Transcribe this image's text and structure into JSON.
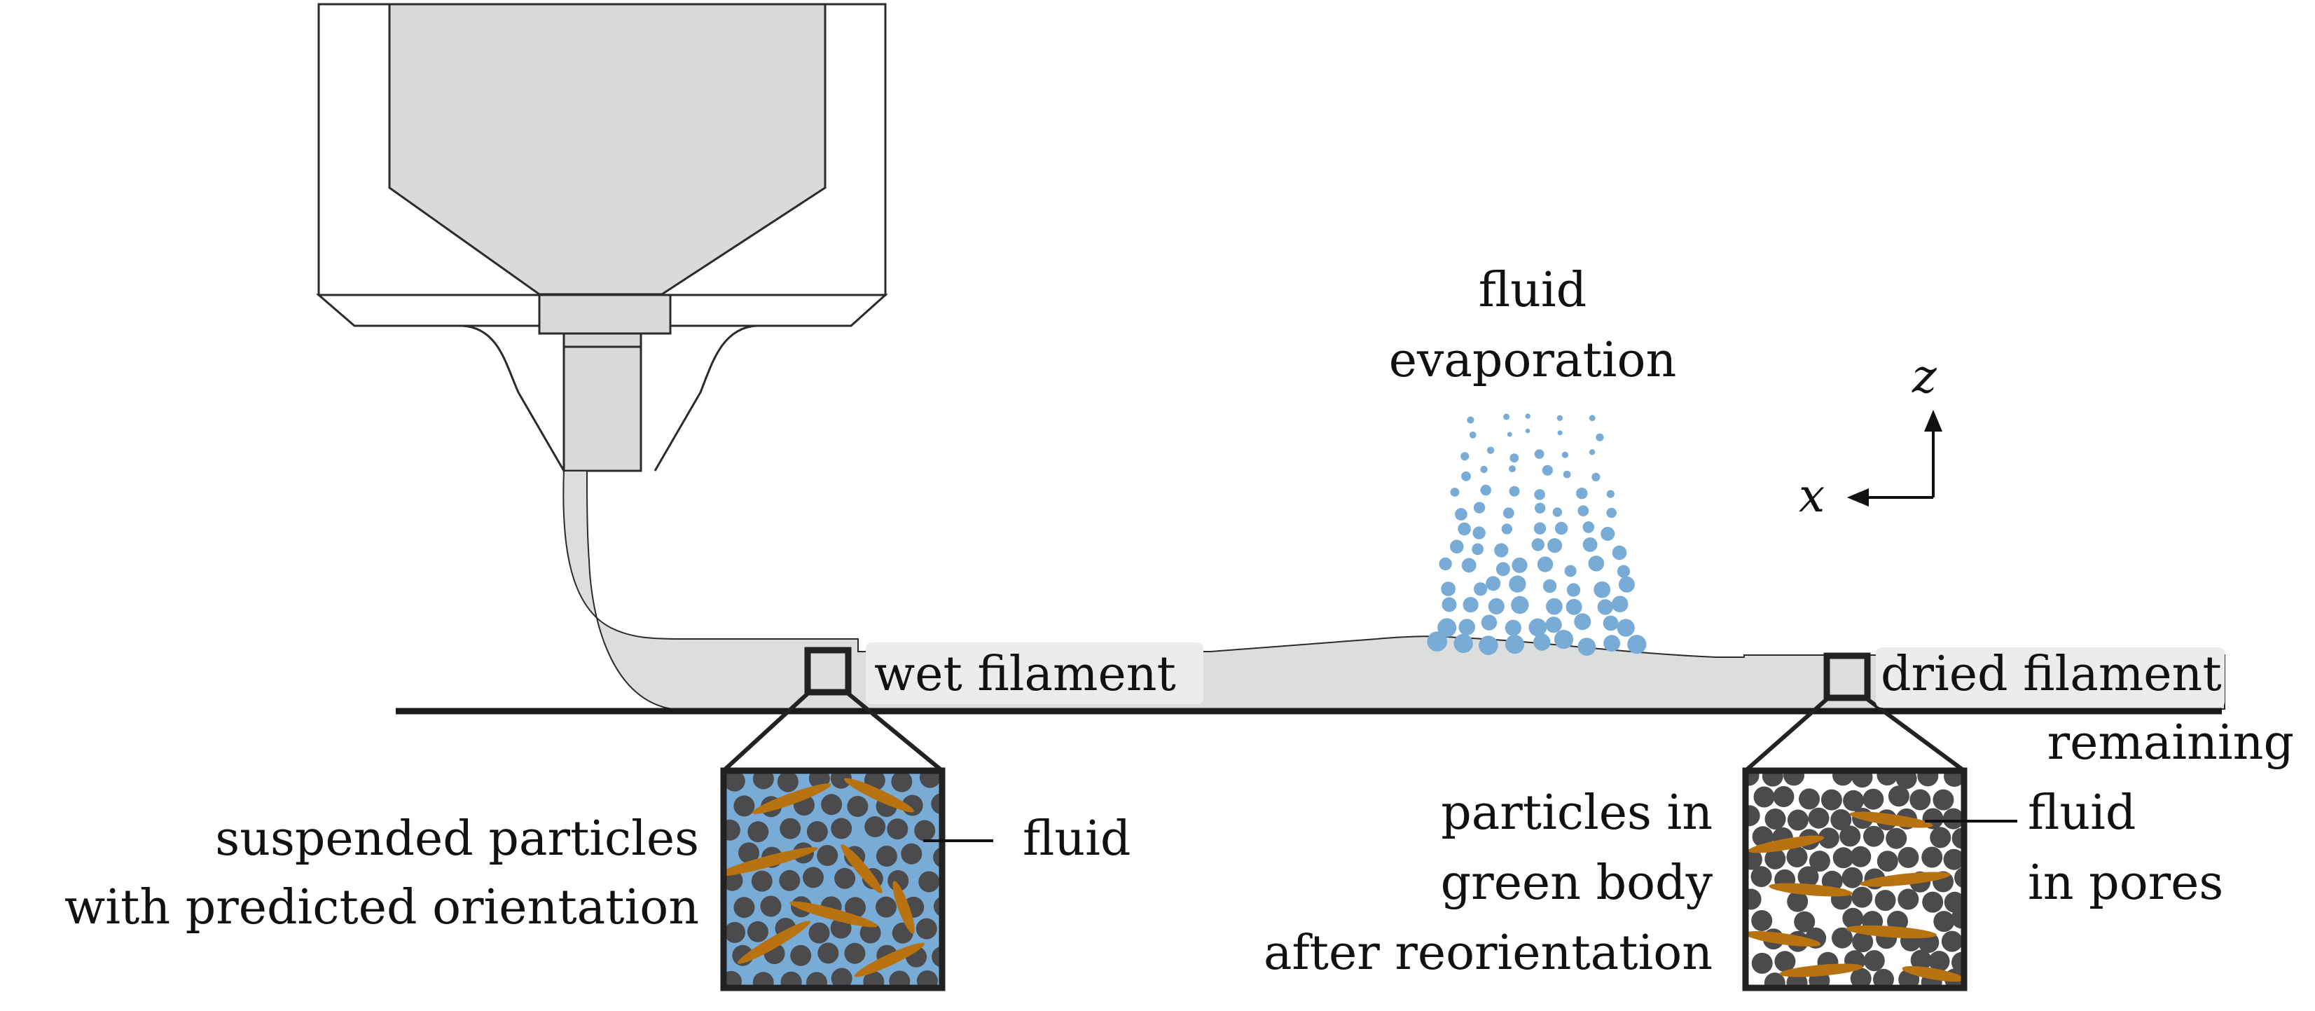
{
  "labels": {
    "fluid_evaporation": [
      "fluid",
      "evaporation"
    ],
    "wet_filament": "wet filament",
    "dried_filament": "dried filament",
    "fluid": "fluid",
    "remaining_fluid": [
      "remaining",
      "fluid",
      "in pores"
    ],
    "suspended_particles": [
      "suspended particles",
      "with predicted orientation"
    ],
    "particles_green_body": [
      "particles in",
      "green body",
      "after reorientation"
    ]
  },
  "axes": {
    "z": "z",
    "x": "x"
  },
  "colors": {
    "nozzle_fill": "#d9dbdb",
    "filament_fill": "#dcdedd",
    "fluid_blue": "#78acd6",
    "particle": "#4b4b4d",
    "fiber": "#b8720f",
    "outline": "#2b2b2b"
  }
}
